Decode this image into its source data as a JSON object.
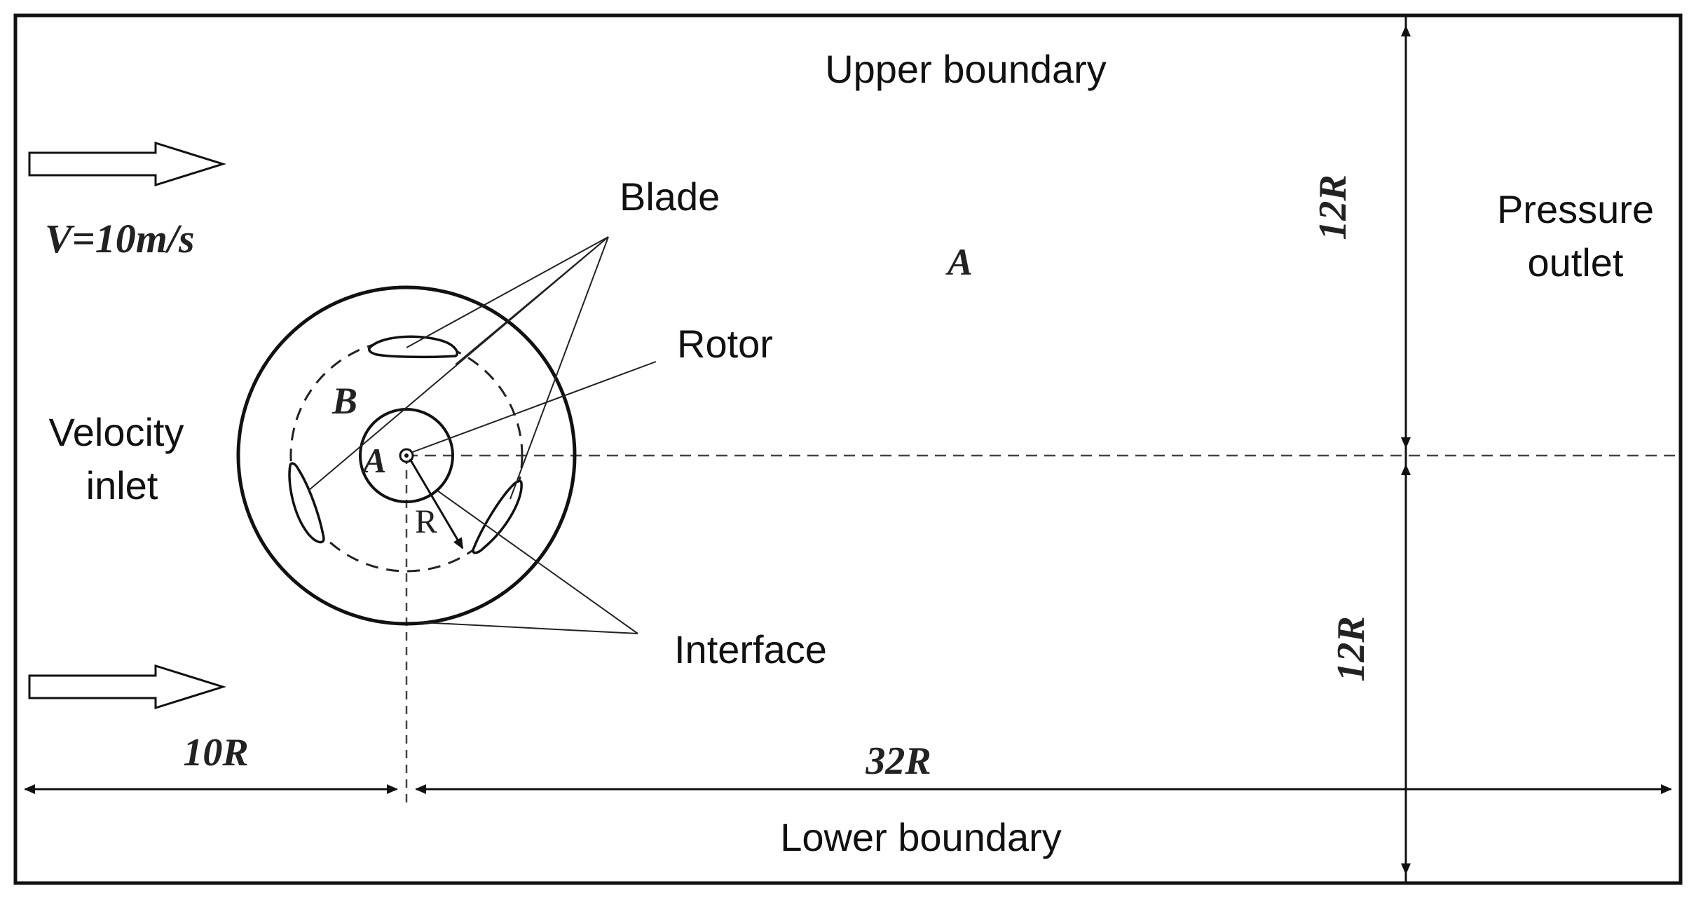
{
  "labels": {
    "upper_boundary": "Upper boundary",
    "lower_boundary": "Lower boundary",
    "pressure_outlet_line1": "Pressure",
    "pressure_outlet_line2": "outlet",
    "velocity_inlet_line1": "Velocity",
    "velocity_inlet_line2": "inlet",
    "velocity": "V=10m/s",
    "blade": "Blade",
    "rotor": "Rotor",
    "interface": "Interface",
    "region_a_outer": "A",
    "region_a_inner": "A",
    "region_b": "B",
    "radius": "R"
  },
  "dimensions": {
    "upstream": "10R",
    "downstream": "32R",
    "upper_half": "12R",
    "lower_half": "12R"
  },
  "colors": {
    "line": "#111111",
    "background": "#ffffff"
  }
}
